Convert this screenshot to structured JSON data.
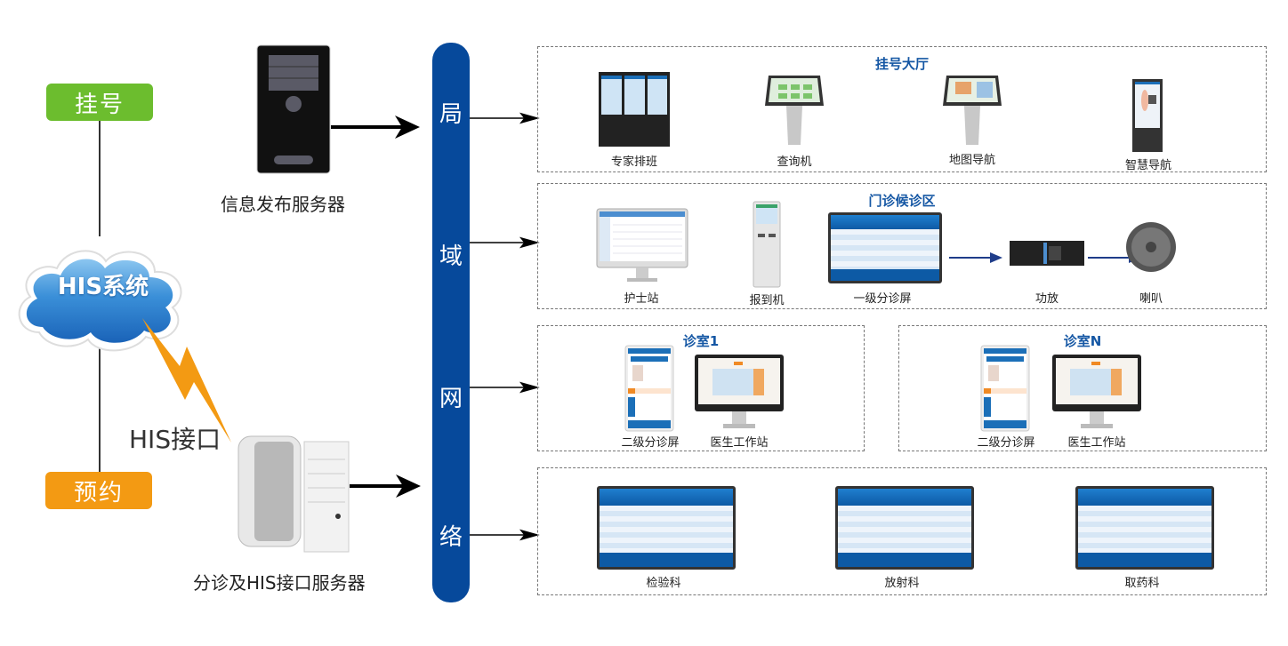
{
  "left": {
    "registration_label": "挂号",
    "appointment_label": "预约",
    "his_system_label": "HIS系统",
    "his_interface_label": "HIS接口",
    "info_server_label": "信息发布服务器",
    "triage_server_label": "分诊及HIS接口服务器"
  },
  "bus": {
    "chars": [
      "局",
      "域",
      "网",
      "络"
    ]
  },
  "zones": {
    "hall": {
      "title": "挂号大厅",
      "devices": [
        "专家排班",
        "查询机",
        "地图导航",
        "智慧导航"
      ]
    },
    "waiting": {
      "title": "门诊候诊区",
      "devices": [
        "护士站",
        "报到机",
        "一级分诊屏",
        "功放",
        "喇叭"
      ]
    },
    "room1": {
      "title": "诊室1",
      "devices": [
        "二级分诊屏",
        "医生工作站"
      ]
    },
    "roomN": {
      "title": "诊室N",
      "devices": [
        "二级分诊屏",
        "医生工作站"
      ]
    },
    "depts": {
      "devices": [
        "检验科",
        "放射科",
        "取药科"
      ]
    }
  },
  "colors": {
    "bus": "#06499b",
    "registration": "#6cbd2e",
    "appointment": "#f39a13",
    "zone_title": "#1557a4",
    "lightning": "#f39a13"
  }
}
